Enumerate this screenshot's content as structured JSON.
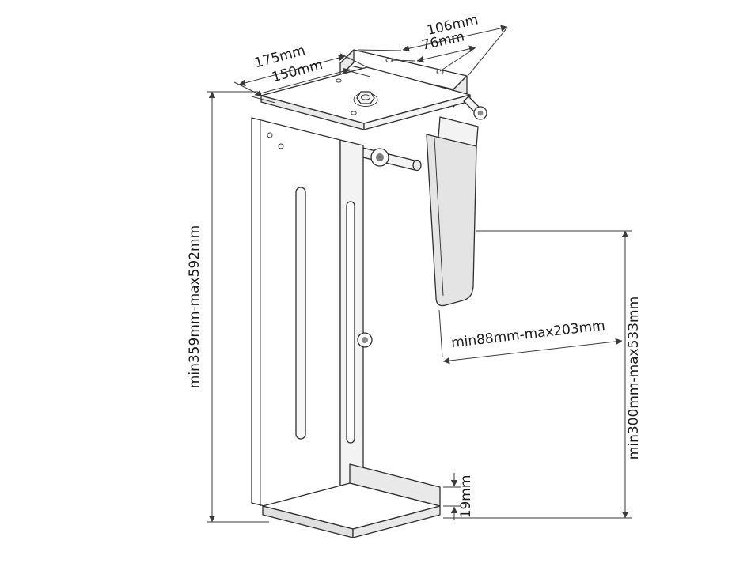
{
  "drawing": {
    "name": "cpu-holder-dimension-drawing",
    "unit": "mm",
    "labels": {
      "top_width": "106mm",
      "top_hole_spacing": "76mm",
      "plate_depth": "175mm",
      "plate_slot_spacing": "150mm",
      "total_height": "min359mm-max592mm",
      "holder_width": "min88mm-max203mm",
      "side_height": "min300mm-max533mm",
      "base_lip_height": "19mm"
    },
    "colors": {
      "line": "#2f2f2f",
      "dim_line": "#3a3a3a",
      "background": "#ffffff",
      "panel_shade": "#e4e4e4"
    }
  }
}
